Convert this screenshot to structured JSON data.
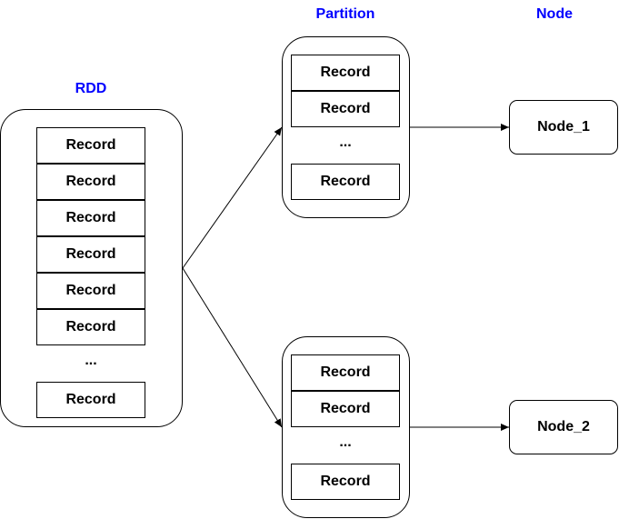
{
  "colors": {
    "heading": "#0000ff",
    "stroke": "#000000",
    "background": "#ffffff"
  },
  "headings": {
    "rdd": "RDD",
    "partition": "Partition",
    "node": "Node"
  },
  "rdd": {
    "items": [
      "Record",
      "Record",
      "Record",
      "Record",
      "Record",
      "Record",
      "...",
      "Record"
    ]
  },
  "partitions": [
    {
      "items": [
        "Record",
        "Record",
        "...",
        "Record"
      ]
    },
    {
      "items": [
        "Record",
        "Record",
        "...",
        "Record"
      ]
    }
  ],
  "nodes": [
    {
      "label": "Node_1"
    },
    {
      "label": "Node_2"
    }
  ]
}
